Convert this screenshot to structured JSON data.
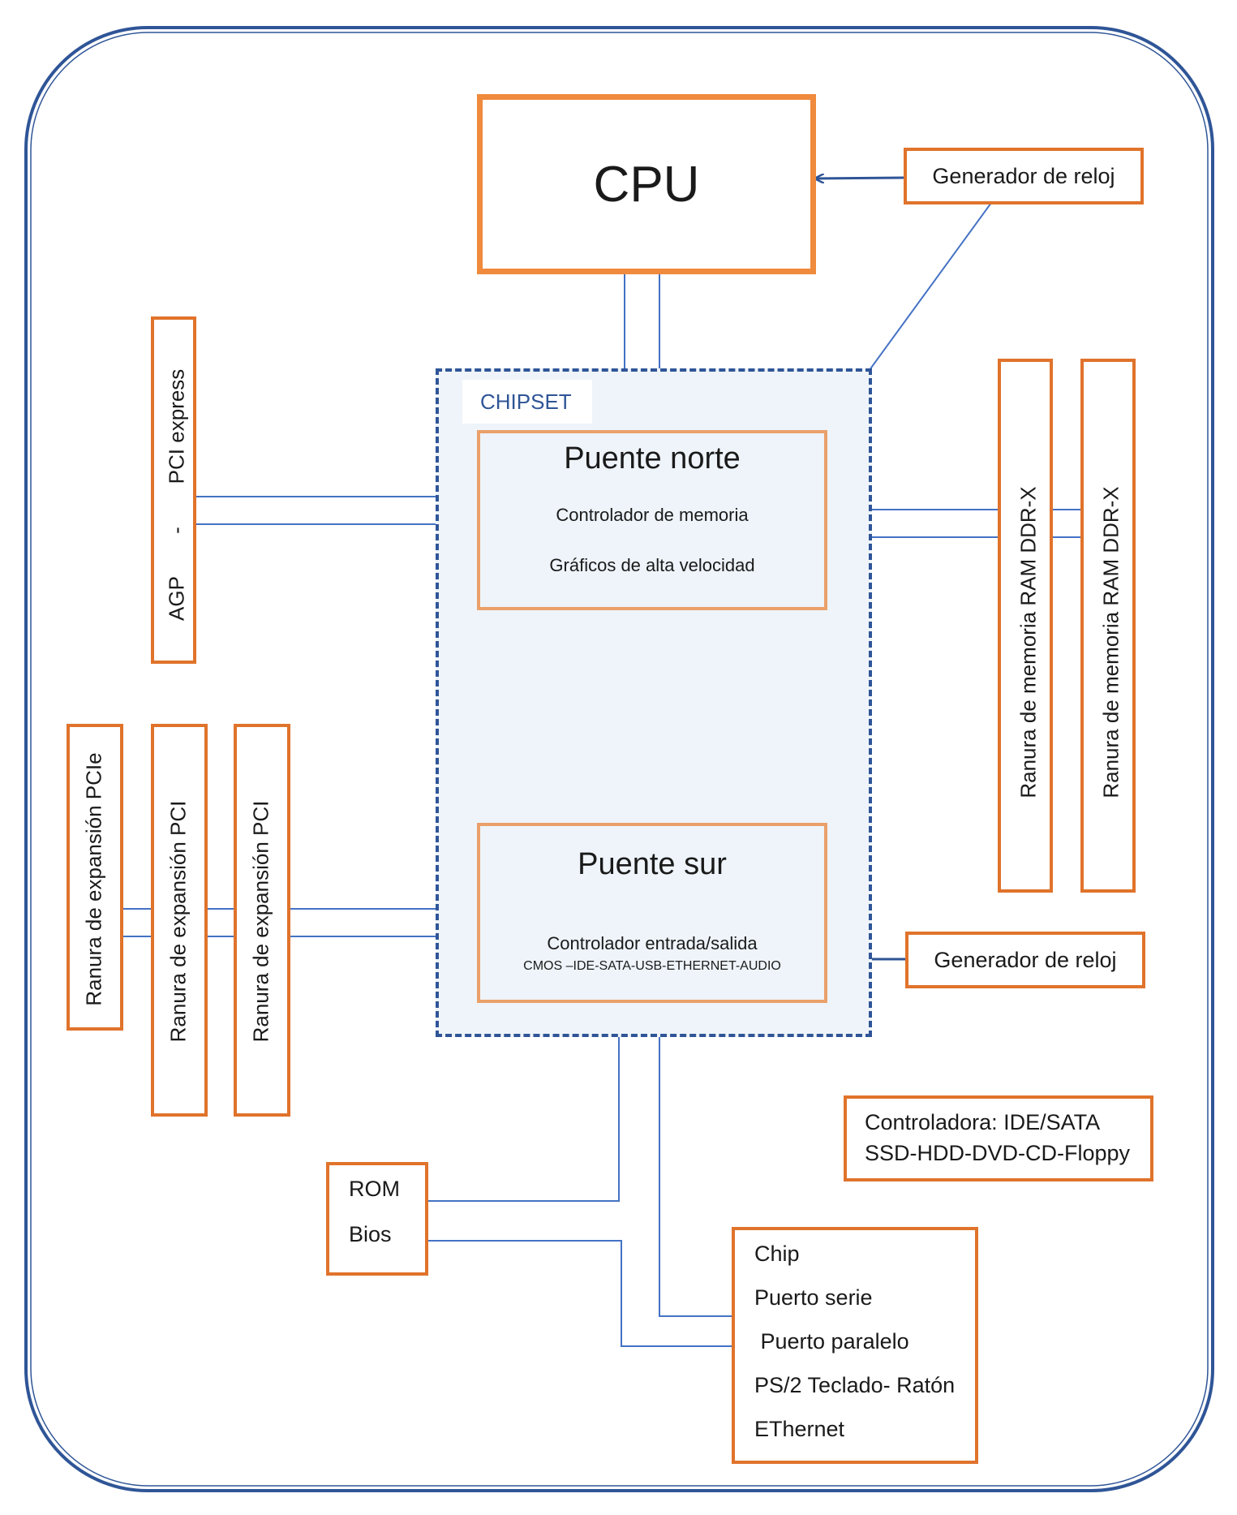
{
  "colors": {
    "outline_blue": "#2f5597",
    "line_blue": "#4472c4",
    "box_orange": "#e0732b",
    "cpu_orange": "#f08a3c",
    "chipset_fill": "#eef4fa"
  },
  "cpu": {
    "label": "CPU"
  },
  "clock_top": {
    "label": "Generador de reloj"
  },
  "clock_bottom": {
    "label": "Generador de reloj"
  },
  "chipset": {
    "label": "CHIPSET"
  },
  "north_bridge": {
    "title": "Puente norte",
    "line1": "Controlador de memoria",
    "line2": "Gráficos de alta velocidad"
  },
  "south_bridge": {
    "title": "Puente sur",
    "line1": "Controlador entrada/salida",
    "line2": "CMOS –IDE-SATA-USB-ETHERNET-AUDIO"
  },
  "agp_slot": {
    "agp": "AGP",
    "dash": "-",
    "pci_express": "PCI express"
  },
  "ram_slots": [
    {
      "label": "Ranura de memoria RAM  DDR-X"
    },
    {
      "label": "Ranura de memoria RAM  DDR-X"
    }
  ],
  "expansion_slots": [
    {
      "label": "Ranura de expansión PCIe"
    },
    {
      "label": "Ranura de expansión PCI"
    },
    {
      "label": "Ranura de expansión PCI"
    }
  ],
  "ide_controller": {
    "line1": "Controladora: IDE/SATA",
    "line2": "SSD-HDD-DVD-CD-Floppy"
  },
  "rom_bios": {
    "line1": "ROM",
    "line2": "Bios"
  },
  "io_chip": {
    "items": [
      "Chip",
      "Puerto serie",
      " Puerto paralelo",
      "PS/2 Teclado- Ratón",
      "EThernet"
    ]
  }
}
